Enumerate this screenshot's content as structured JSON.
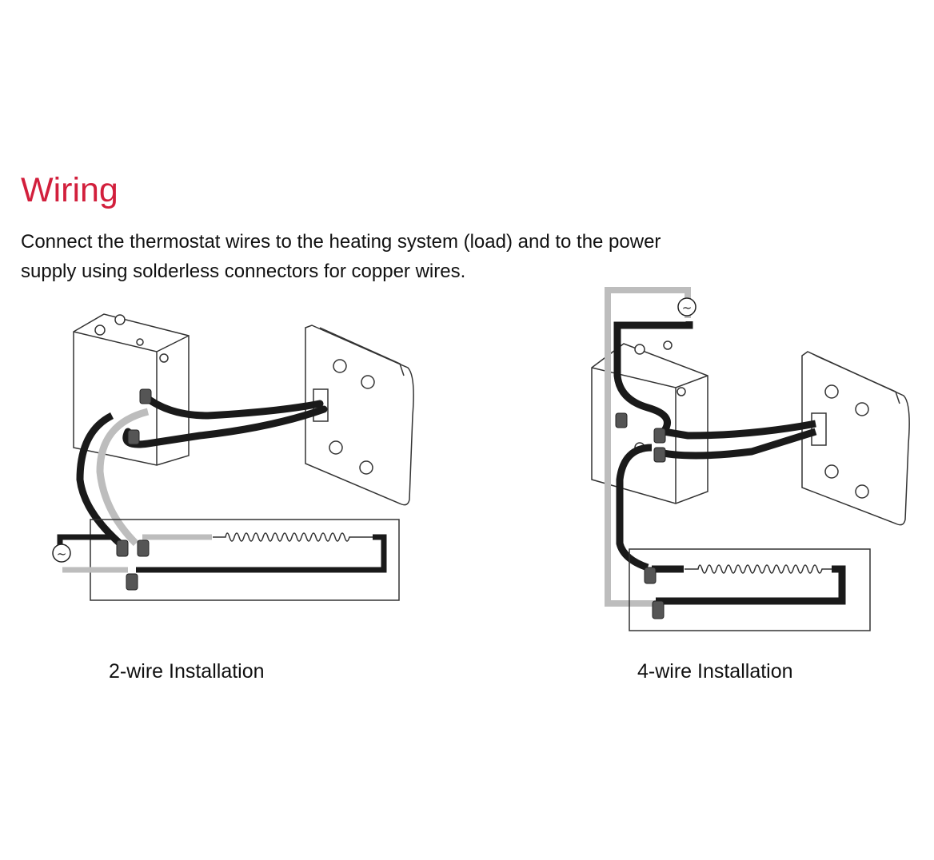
{
  "section": {
    "title": "Wiring",
    "description_line1": "Connect the thermostat wires to the heating system (load) and to the power",
    "description_line2": "supply using solderless connectors for copper wires."
  },
  "figures": [
    {
      "caption": "2-wire Installation",
      "power_symbol": "~"
    },
    {
      "caption": "4-wire Installation",
      "power_symbol": "~"
    }
  ],
  "colors": {
    "title": "#d21f3c",
    "wire_line": "#1a1a1a",
    "wire_neutral": "#bdbdbd"
  }
}
